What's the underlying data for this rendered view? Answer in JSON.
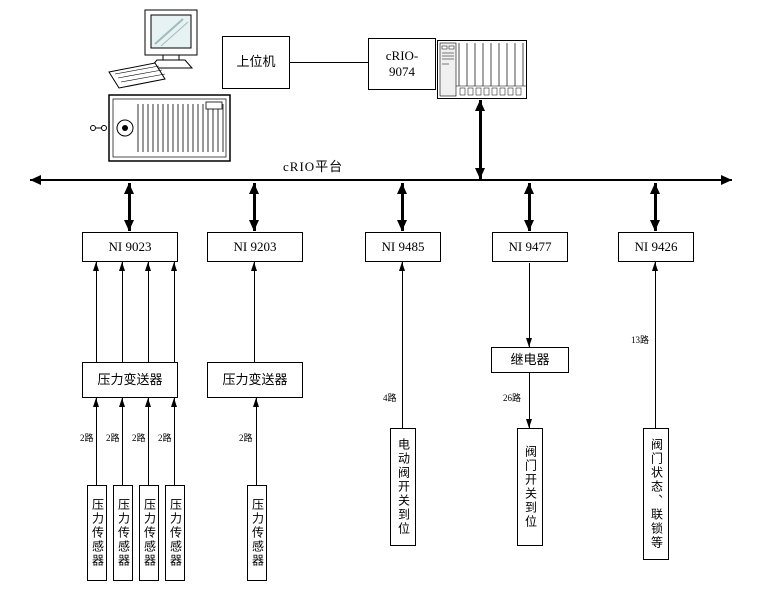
{
  "top": {
    "host_label": "上位机",
    "crio_line1": "cRIO-",
    "crio_line2": "9074"
  },
  "bus": {
    "label": "cRIO平台"
  },
  "modules": [
    {
      "label": "NI 9023"
    },
    {
      "label": "NI 9203"
    },
    {
      "label": "NI 9485"
    },
    {
      "label": "NI 9477"
    },
    {
      "label": "NI 9426"
    }
  ],
  "devices": {
    "transmitter1": "压力变送器",
    "transmitter2": "压力变送器",
    "relay": "继电器",
    "electric_valve_feedback": "电动阀开关到位",
    "valve_switch": "阀门开关到位",
    "valve_status": "阀门状态、联锁等"
  },
  "sensors": [
    {
      "label": "压力传感器"
    },
    {
      "label": "压力传感器"
    },
    {
      "label": "压力传感器"
    },
    {
      "label": "压力传感器"
    },
    {
      "label": "压力传感器"
    }
  ],
  "channels": {
    "ch1": "2路",
    "ch2": "2路",
    "ch3": "2路",
    "ch4": "2路",
    "ch5": "2路",
    "ch9485": "4路",
    "ch9477": "26路",
    "ch9426": "13路"
  }
}
